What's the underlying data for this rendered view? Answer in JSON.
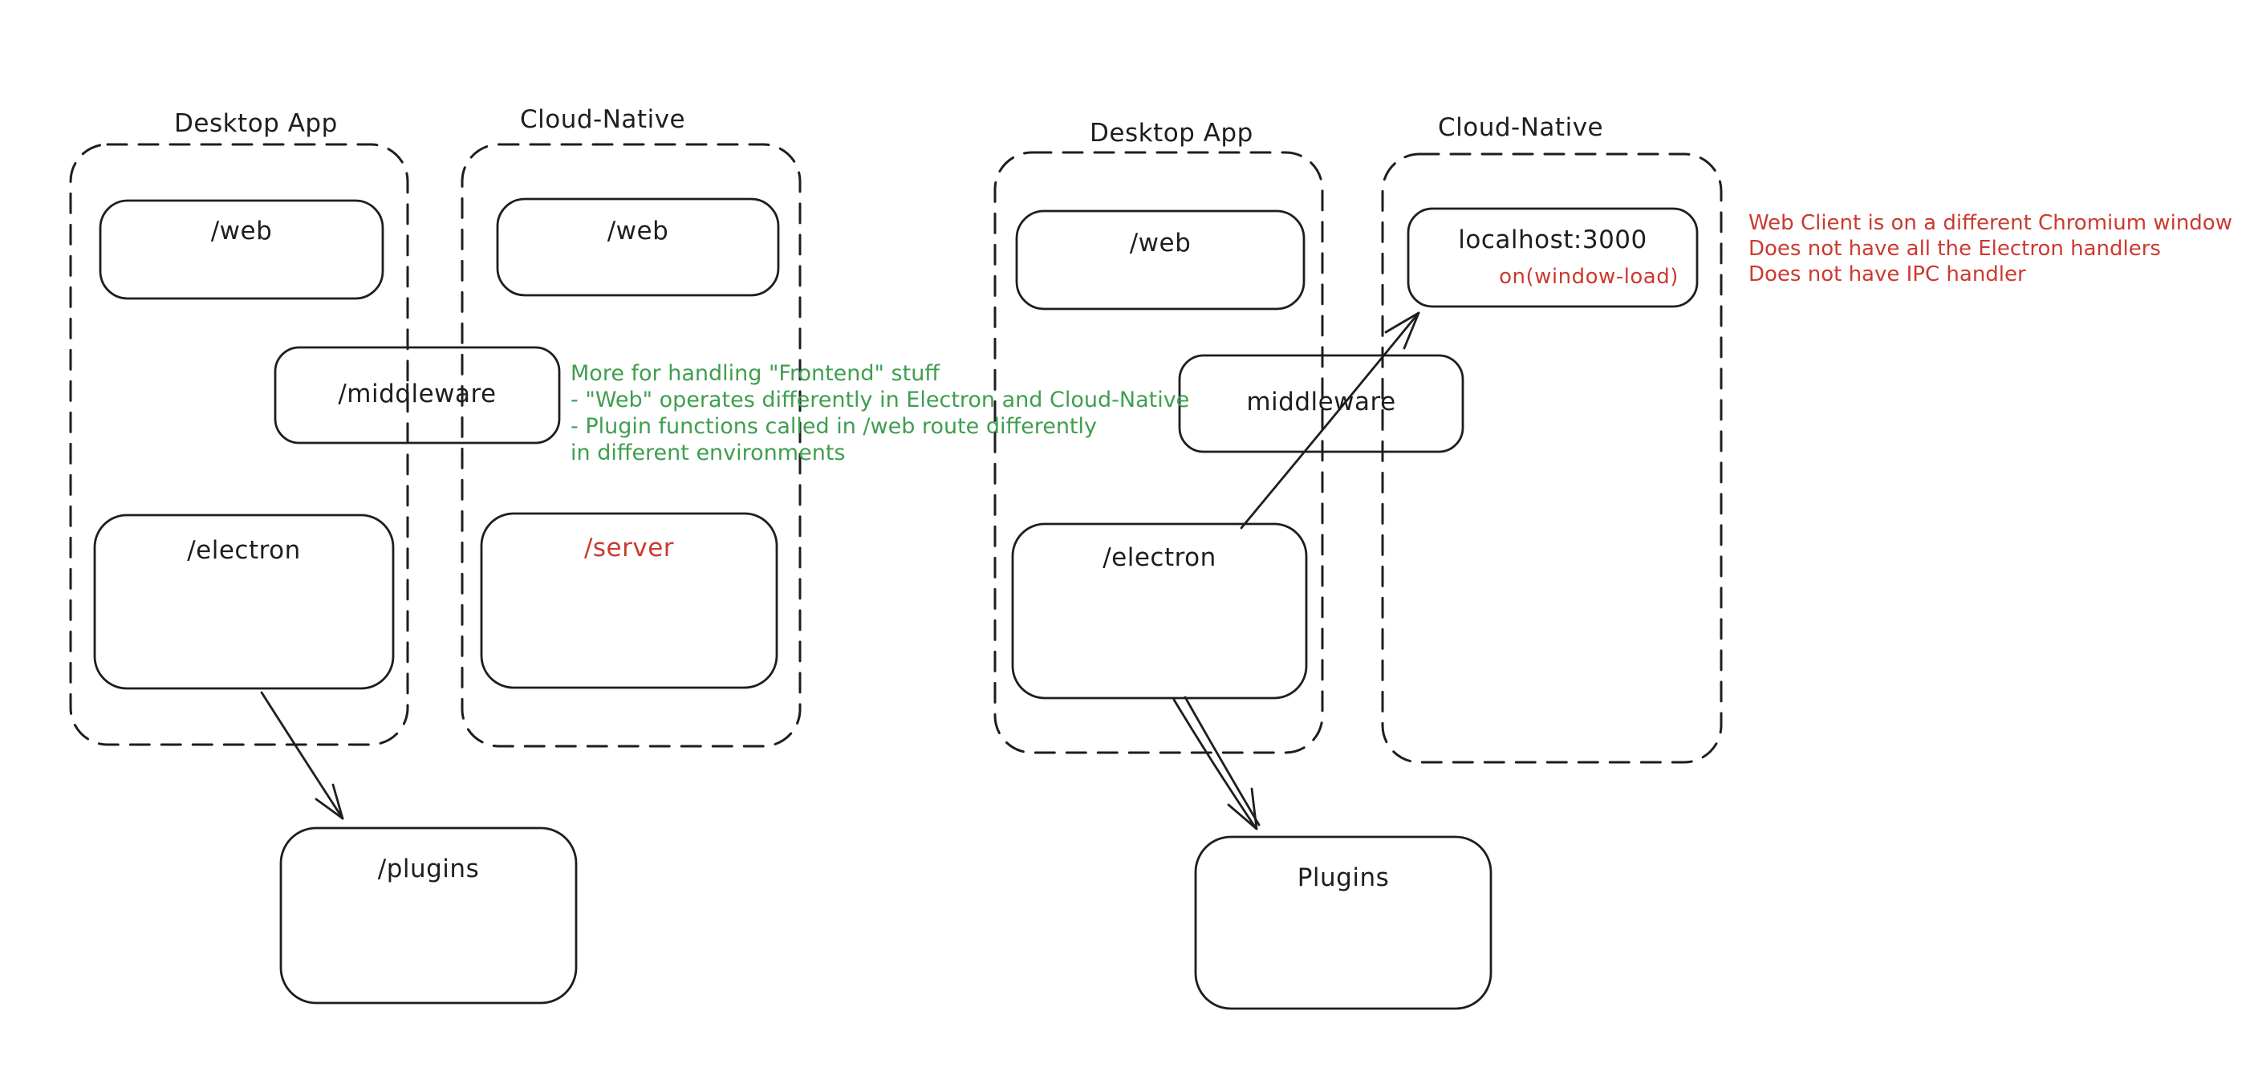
{
  "colors": {
    "ink": "#1e1e1e",
    "green": "#3f9e4f",
    "red": "#cb3a30",
    "background": "#ffffff"
  },
  "left_diagram": {
    "desktop_app_label": "Desktop App",
    "cloud_native_label": "Cloud-Native",
    "desktop_web": "/web",
    "cloud_web": "/web",
    "middleware": "/middleware",
    "electron": "/electron",
    "server": "/server",
    "plugins": "/plugins"
  },
  "right_diagram": {
    "desktop_app_label": "Desktop App",
    "cloud_native_label": "Cloud-Native",
    "desktop_web": "/web",
    "localhost": "localhost:3000",
    "on_window_load": "on(window-load)",
    "middleware": "middleware",
    "electron": "/electron",
    "plugins": "Plugins"
  },
  "green_note": {
    "line1": "More for handling \"Frontend\" stuff",
    "line2": "- \"Web\" operates differently in Electron and Cloud-Native",
    "line3": "- Plugin functions called in /web route differently",
    "line4": "in different environments"
  },
  "red_note": {
    "line1": "Web Client is on a different Chromium window",
    "line2": "Does not have all the Electron handlers",
    "line3": "Does not have IPC handler"
  }
}
